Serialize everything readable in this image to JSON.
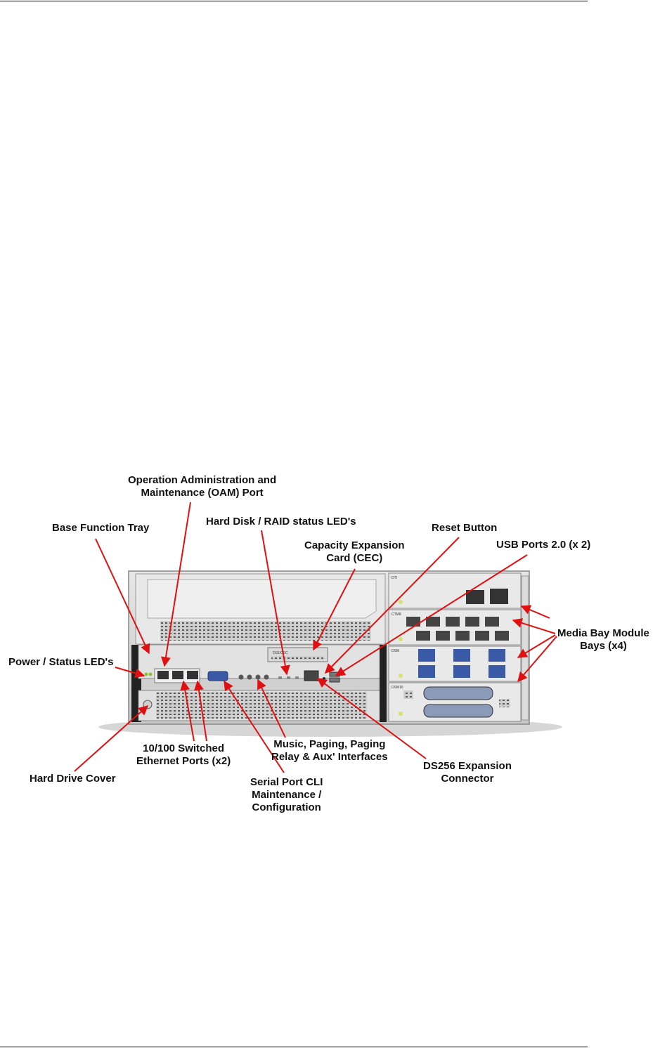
{
  "callouts": {
    "oam_port": [
      "Operation Administration and",
      "Maintenance (OAM) Port"
    ],
    "base_function_tray": "Base Function Tray",
    "hard_disk_raid": "Hard Disk / RAID status LED's",
    "reset_button": "Reset Button",
    "capacity_expansion": [
      "Capacity Expansion",
      "Card (CEC)"
    ],
    "usb_ports": "USB Ports 2.0 (x 2)",
    "media_bay": [
      "Media Bay Module",
      "Bays (x4)"
    ],
    "power_status": "Power / Status LED's",
    "ethernet_ports": [
      "10/100 Switched",
      "Ethernet Ports (x2)"
    ],
    "music_paging": [
      "Music, Paging, Paging",
      "Relay & Aux' Interfaces"
    ],
    "ds256": [
      "DS256 Expansion",
      "Connector"
    ],
    "hard_drive_cover": "Hard Drive Cover",
    "serial_port": [
      "Serial Port CLI",
      "Maintenance /",
      "Configuration"
    ]
  },
  "module_labels": {
    "bay1": "DTI",
    "bay2": "CTM8",
    "bay3": "DSM",
    "bay4": "DSM16",
    "cec": "DS1/CEC"
  },
  "colors": {
    "arrow": "#e01010",
    "chassis": "#d8d8d8",
    "port_blue": "#3a5aa8"
  }
}
